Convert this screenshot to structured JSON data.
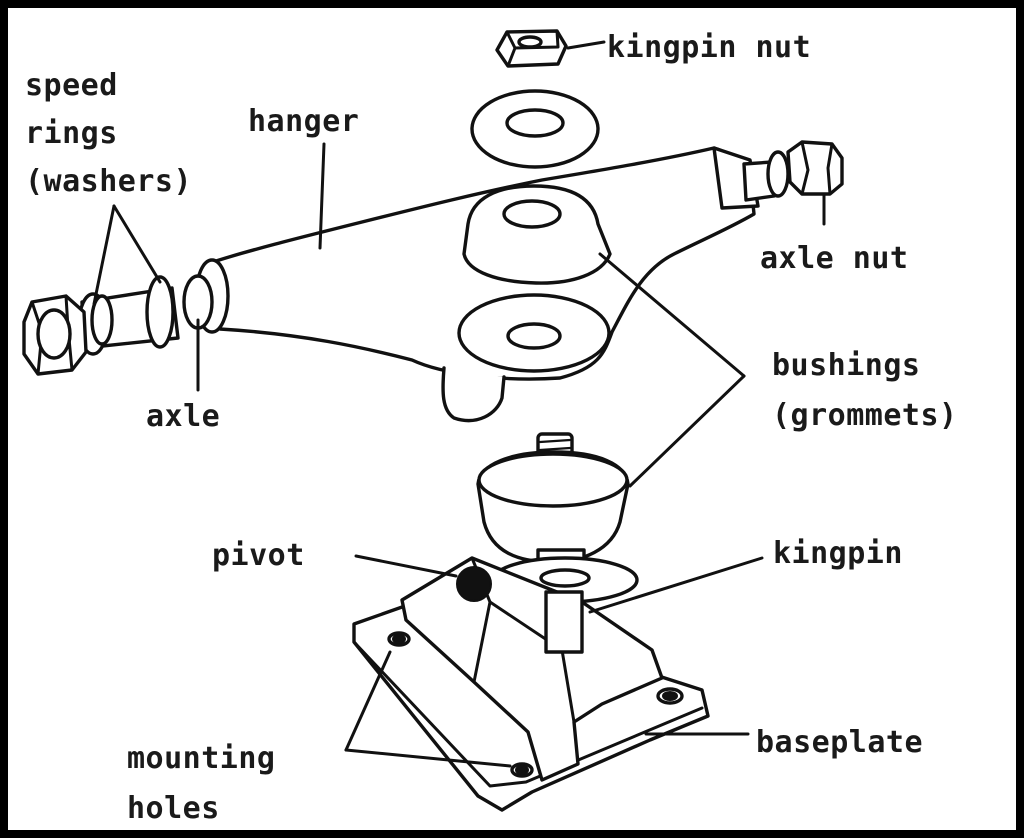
{
  "labels": {
    "kingpin_nut": "kingpin nut",
    "speed_rings": "speed\nrings\n(washers)",
    "hanger": "hanger",
    "axle_nut": "axle nut",
    "bushings": "bushings\n(grommets)",
    "axle": "axle",
    "pivot": "pivot",
    "kingpin": "kingpin",
    "mounting_holes": "mounting\nholes",
    "baseplate": "baseplate"
  },
  "colors": {
    "ink": "#111111",
    "paper": "#ffffff",
    "frame": "#000000"
  }
}
